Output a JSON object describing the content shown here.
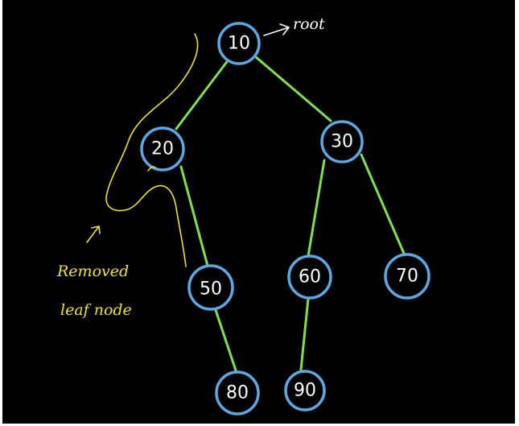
{
  "diagram": {
    "root_annotation": "root",
    "note_line1": "Removed",
    "note_line2": "leaf node",
    "colors": {
      "background": "#000000",
      "edge": "#7ee24a",
      "node_border": "#5aa9e6",
      "node_text": "#ffffff",
      "note": "#f2e41e"
    },
    "nodes": [
      {
        "id": "n10",
        "label": "10"
      },
      {
        "id": "n20",
        "label": "20"
      },
      {
        "id": "n30",
        "label": "30"
      },
      {
        "id": "n50",
        "label": "50"
      },
      {
        "id": "n60",
        "label": "60"
      },
      {
        "id": "n70",
        "label": "70"
      },
      {
        "id": "n80",
        "label": "80"
      },
      {
        "id": "n90",
        "label": "90"
      }
    ],
    "edges": [
      {
        "from": "n10",
        "to": "n20"
      },
      {
        "from": "n10",
        "to": "n30"
      },
      {
        "from": "n20",
        "to": "n50"
      },
      {
        "from": "n30",
        "to": "n60"
      },
      {
        "from": "n30",
        "to": "n70"
      },
      {
        "from": "n50",
        "to": "n80"
      },
      {
        "from": "n60",
        "to": "n90"
      }
    ]
  }
}
